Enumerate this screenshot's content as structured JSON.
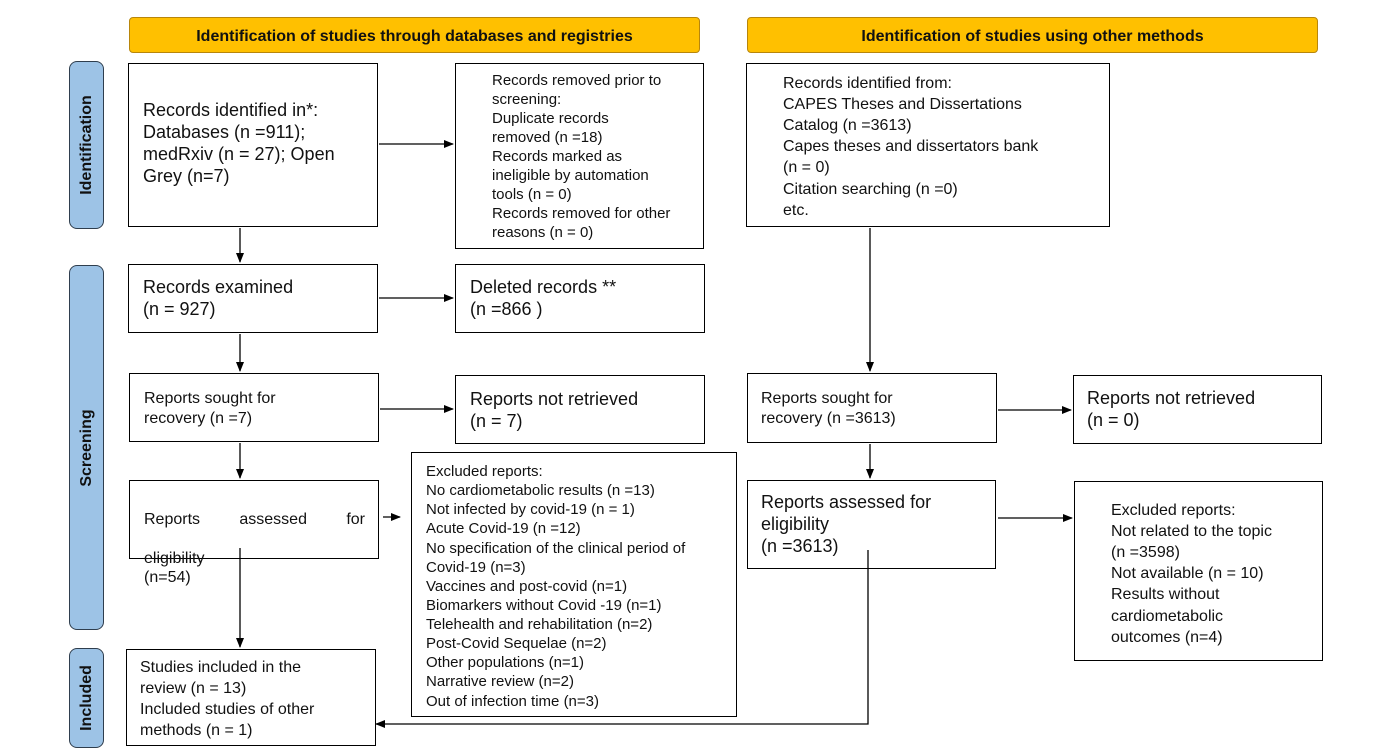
{
  "headers": {
    "left": "Identification of studies through databases and registries",
    "right": "Identification of studies using other methods"
  },
  "phases": {
    "identification": "Identification",
    "screening": "Screening",
    "included": "Included"
  },
  "left": {
    "records_identified": "Records identified in*:\nDatabases (n =911);\nmedRxiv (n = 27); Open\nGrey (n=7)",
    "records_removed": "Records removed prior to\nscreening:\nDuplicate records\nremoved (n =18)\nRecords marked as\nineligible by automation\ntools (n = 0)\nRecords removed for other\nreasons (n = 0)",
    "records_examined": "Records examined\n(n = 927)",
    "deleted_records": "Deleted records **\n(n =866 )",
    "reports_sought": "Reports sought for\nrecovery (n =7)",
    "reports_not_retrieved": "Reports not retrieved\n(n = 7)",
    "reports_assessed_line1": "Reports assessed for",
    "reports_assessed_rest": "eligibility\n(n=54)",
    "excluded_reports": "Excluded reports:\nNo cardiometabolic results (n =13)\nNot infected by covid-19 (n = 1)\nAcute Covid-19 (n =12)\nNo specification of the clinical period of\nCovid-19 (n=3)\nVaccines and post-covid (n=1)\nBiomarkers without Covid -19 (n=1)\nTelehealth and rehabilitation (n=2)\nPost-Covid Sequelae (n=2)\nOther populations (n=1)\nNarrative review (n=2)\nOut of infection time (n=3)",
    "studies_included": "Studies included in the\nreview (n = 13)\nIncluded studies of other\nmethods (n = 1)"
  },
  "right": {
    "records_identified": "Records identified from:\nCAPES Theses and Dissertations\nCatalog (n =3613)\nCapes theses and dissertators bank\n(n = 0)\nCitation searching (n =0)\netc.",
    "reports_sought": "Reports sought for\nrecovery (n =3613)",
    "reports_not_retrieved": "Reports not retrieved\n(n = 0)",
    "reports_assessed": "Reports assessed for\neligibility\n(n =3613)",
    "excluded_reports": "Excluded reports:\nNot related to the topic\n(n =3598)\nNot available (n = 10)\nResults without\ncardiometabolic\noutcomes (n=4)"
  },
  "colors": {
    "header_fill": "#FFC000",
    "phase_fill": "#9DC3E6"
  }
}
